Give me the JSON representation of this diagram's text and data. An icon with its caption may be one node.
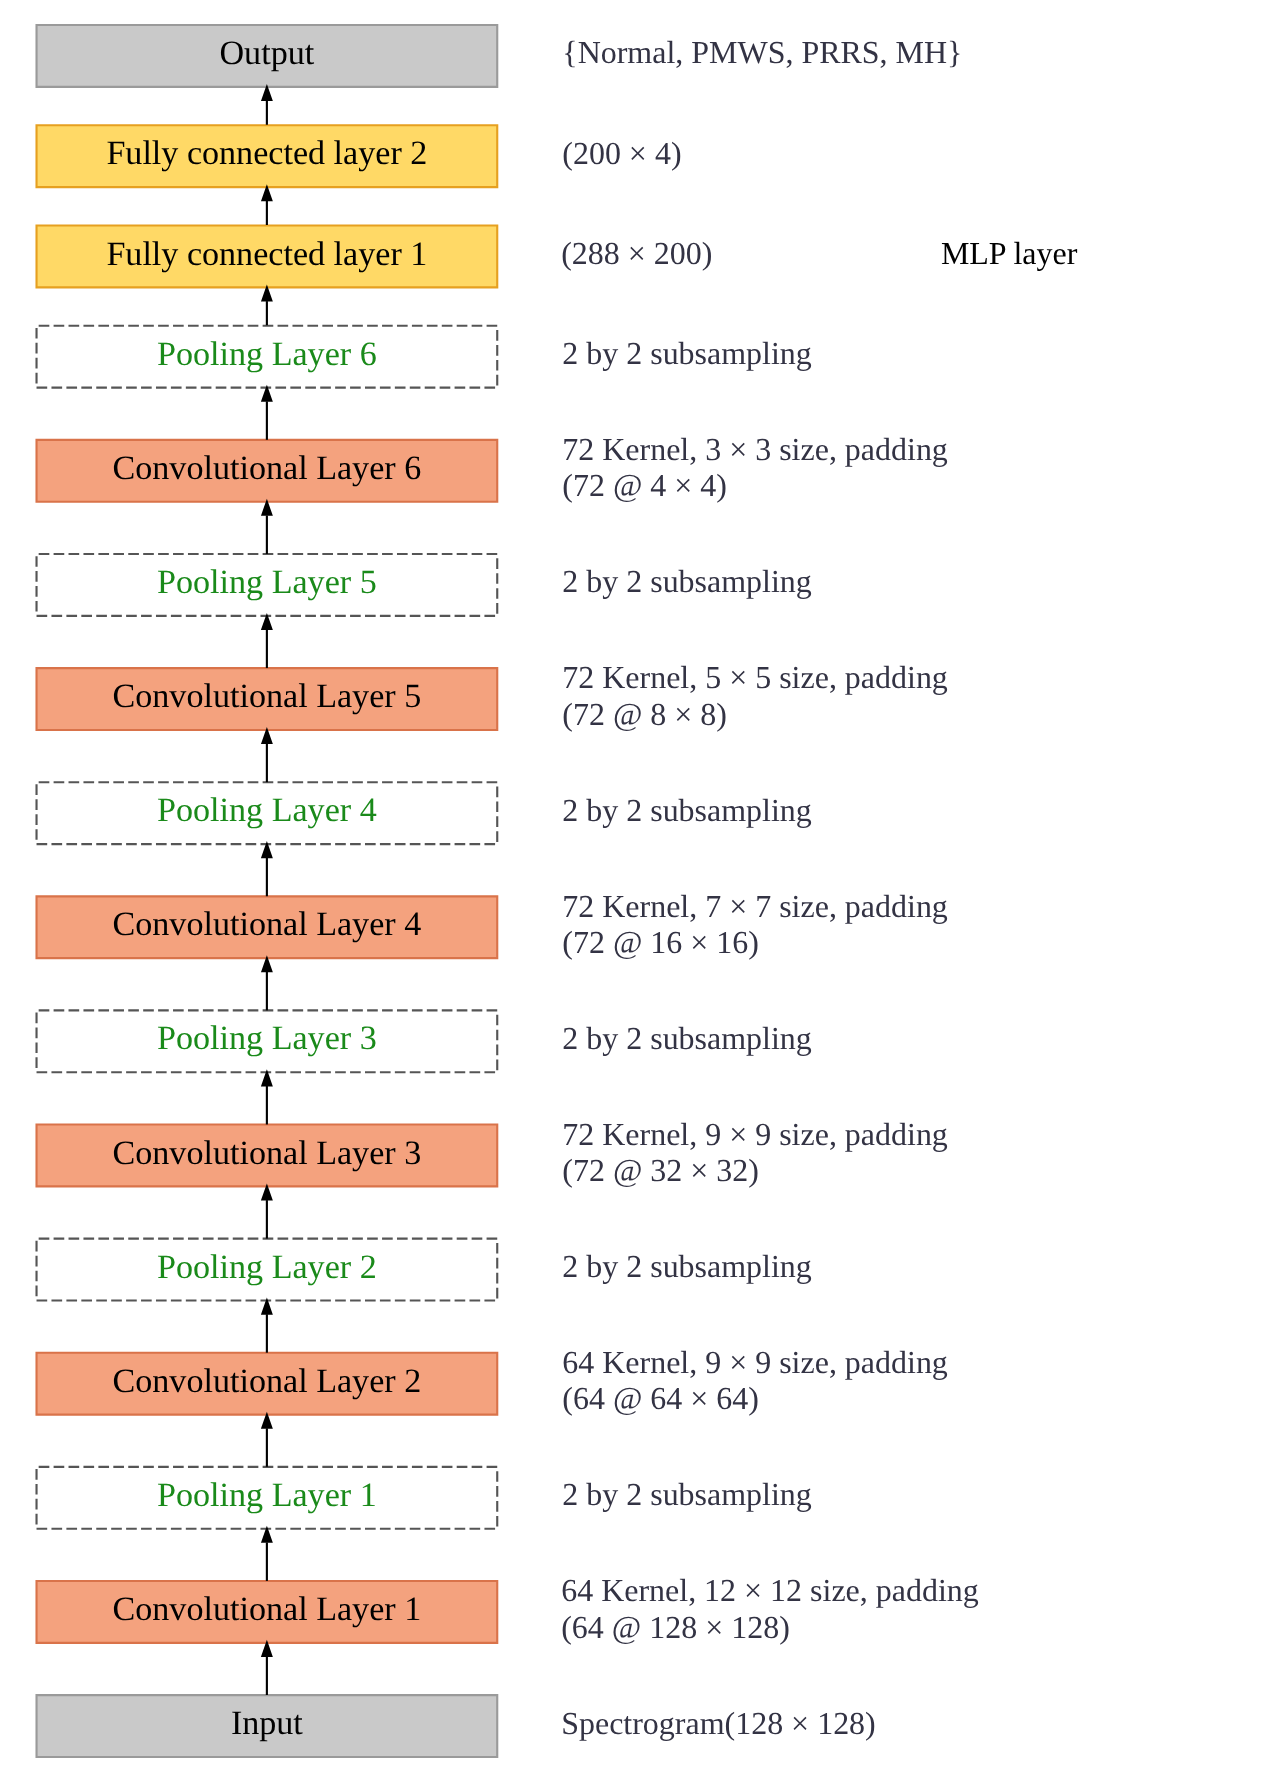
{
  "diagram": {
    "nodes": [
      {
        "text": [
          "Output"
        ],
        "beside": [
          "{Normal, PMWS, PRRS, MH}"
        ]
      },
      {
        "text": [
          "Fully connected layer 2"
        ],
        "beside": [
          "(200 × 4)"
        ]
      },
      {
        "text": [
          "Fully connected layer 1"
        ],
        "beside": [
          "(288 × 200)"
        ]
      },
      {
        "text": [
          "Pooling Layer 6"
        ],
        "beside": [
          "2 by 2 subsampling"
        ]
      },
      {
        "text": [
          "Convolutional Layer 6"
        ],
        "beside": [
          "72 Kernel, 3 × 3 size, padding",
          "(72 @ 4 × 4)"
        ]
      },
      {
        "text": [
          "Pooling Layer 5"
        ],
        "beside": [
          "2 by 2 subsampling"
        ]
      },
      {
        "text": [
          "Convolutional Layer 5"
        ],
        "beside": [
          "72 Kernel, 5 × 5 size, padding",
          "(72 @ 8 × 8)"
        ]
      },
      {
        "text": [
          "Pooling Layer 4"
        ],
        "beside": [
          "2 by 2 subsampling"
        ]
      },
      {
        "text": [
          "Convolutional Layer 4"
        ],
        "beside": [
          "72 Kernel, 7 × 7 size, padding",
          "(72 @ 16 × 16)"
        ]
      },
      {
        "text": [
          "Pooling Layer 3"
        ],
        "beside": [
          "2 by 2 subsampling"
        ]
      },
      {
        "text": [
          "Convolutional Layer 3"
        ],
        "beside": [
          "72 Kernel, 9 × 9 size, padding",
          "(72 @ 32 × 32)"
        ]
      },
      {
        "text": [
          "Pooling Layer 2"
        ],
        "beside": [
          "2 by 2 subsampling"
        ]
      },
      {
        "text": [
          "Convolutional Layer 2"
        ],
        "beside": [
          "64 Kernel, 9 × 9 size, padding",
          "(64 @ 64 × 64)"
        ]
      },
      {
        "text": [
          "Pooling Layer 1"
        ],
        "beside": [
          "2 by 2 subsampling"
        ]
      },
      {
        "text": [
          "Convolutional Layer 1"
        ],
        "beside": [
          "64 Kernel, 12 × 12 size, padding",
          "(64 @ 128 × 128)"
        ]
      },
      {
        "text": [
          "Input"
        ],
        "beside": [
          "Spectrogram(128 × 128)"
        ]
      }
    ],
    "edges": [
      {
        "from": 15,
        "to": 14,
        "arrow": "to"
      },
      {
        "from": 14,
        "to": 13,
        "arrow": "to"
      },
      {
        "from": 13,
        "to": 12,
        "arrow": "to"
      },
      {
        "from": 12,
        "to": 11,
        "arrow": "to"
      },
      {
        "from": 11,
        "to": 10,
        "arrow": "to"
      },
      {
        "from": 10,
        "to": 9,
        "arrow": "to"
      },
      {
        "from": 9,
        "to": 8,
        "arrow": "to"
      },
      {
        "from": 8,
        "to": 7,
        "arrow": "to"
      },
      {
        "from": 7,
        "to": 6,
        "arrow": "to"
      },
      {
        "from": 6,
        "to": 5,
        "arrow": "to"
      },
      {
        "from": 5,
        "to": 4,
        "arrow": "to"
      },
      {
        "from": 4,
        "to": 3,
        "arrow": "to"
      },
      {
        "from": 3,
        "to": 2,
        "arrow": "to"
      },
      {
        "from": 2,
        "to": 1,
        "arrow": "to"
      },
      {
        "from": 1,
        "to": 0,
        "arrow": "to"
      }
    ],
    "labels": [
      "MLP layer"
    ]
  }
}
